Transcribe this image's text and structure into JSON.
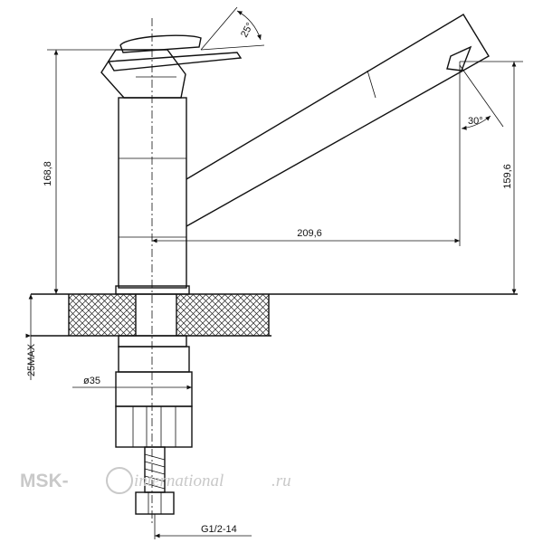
{
  "dimensions": {
    "handle_angle": "25°",
    "spout_angle": "30°",
    "total_height": "168,8",
    "spout_height": "159,6",
    "spout_reach": "209,6",
    "max_thickness": "25MAX",
    "shank_diameter": "ø35",
    "thread": "G1/2-14"
  },
  "watermark": {
    "brand": "MSK-",
    "script_text": "international",
    "domain": ".ru"
  },
  "colors": {
    "line": "#111111",
    "watermark": "#c9c9c9"
  }
}
